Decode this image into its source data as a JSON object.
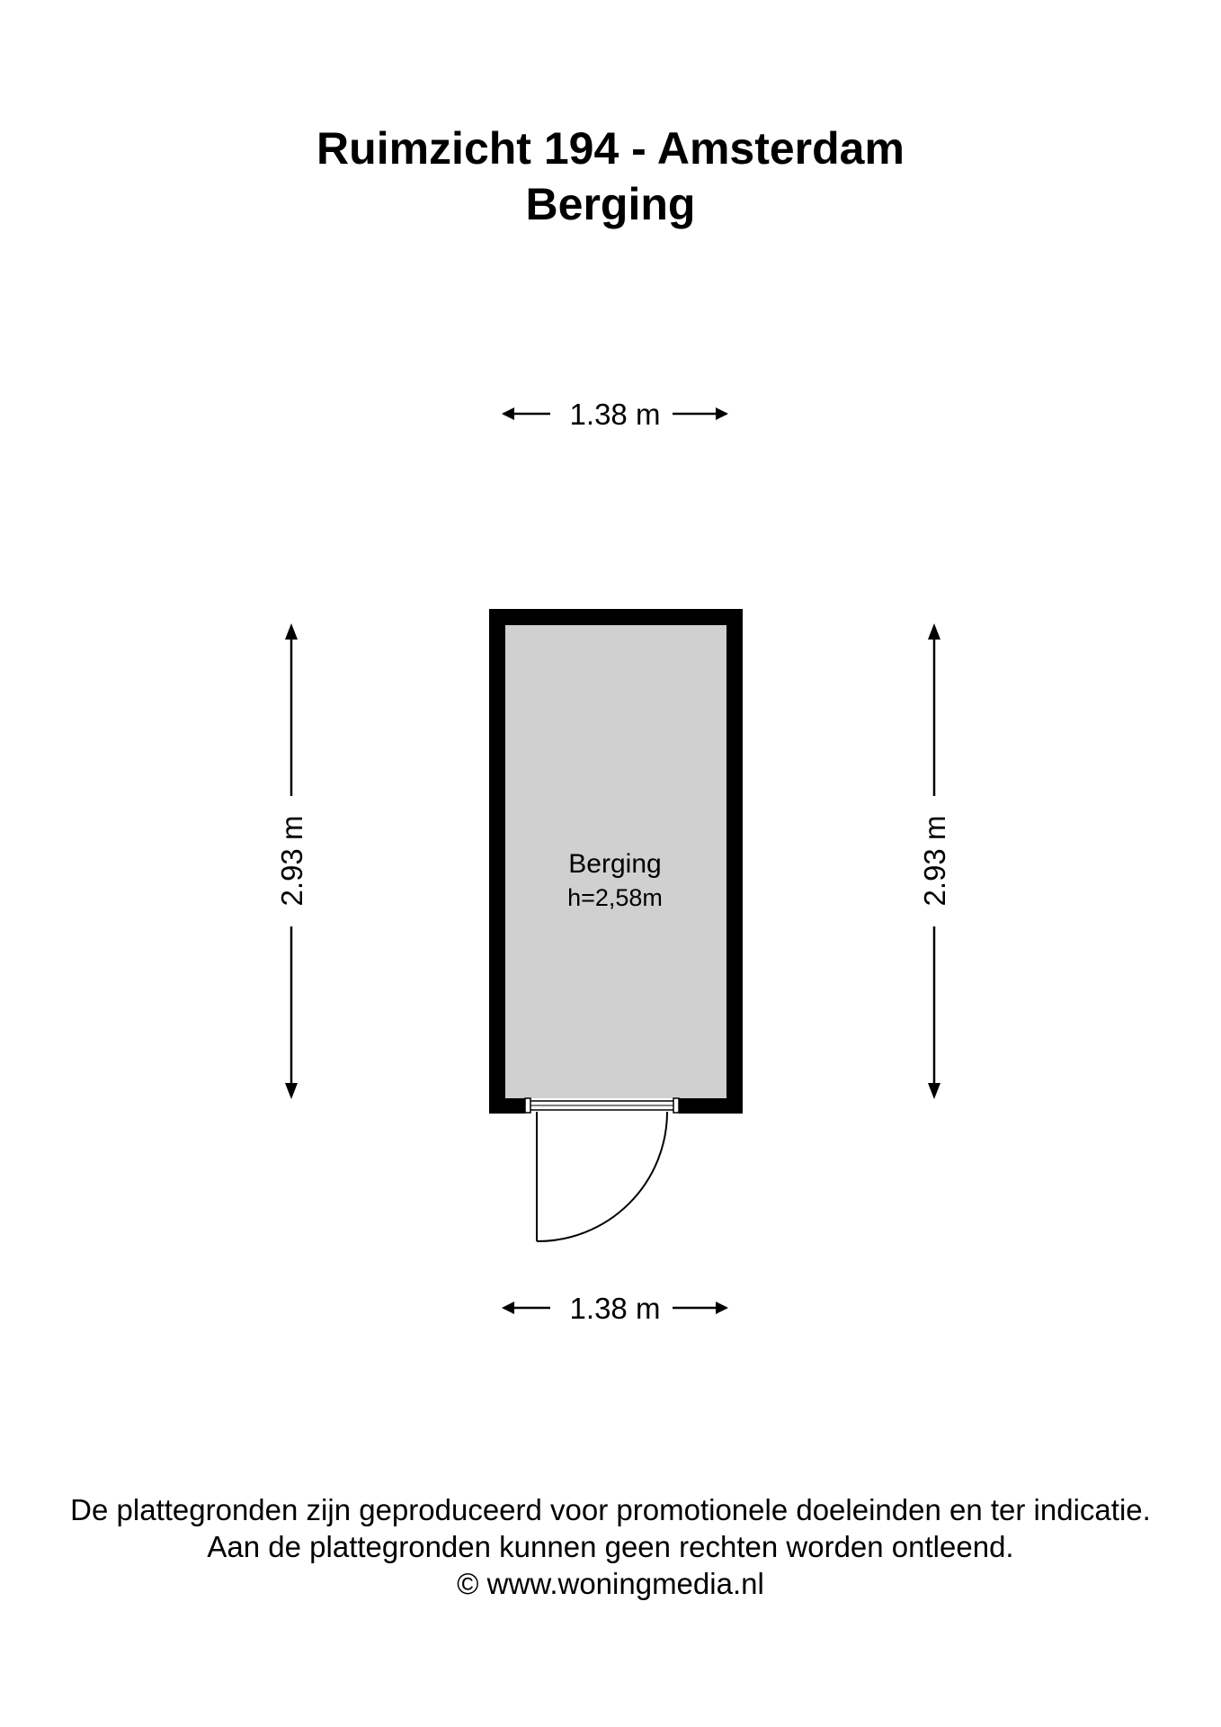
{
  "header": {
    "title": "Ruimzicht 194 - Amsterdam",
    "subtitle": "Berging"
  },
  "plan": {
    "room": {
      "name": "Berging",
      "height_label": "h=2,58m",
      "fill_color": "#d0d0d0",
      "wall_color": "#000000"
    },
    "dimensions": {
      "top_width": "1.38 m",
      "bottom_width": "1.38 m",
      "left_depth": "2.93 m",
      "right_depth": "2.93 m"
    }
  },
  "footer": {
    "line1": "De plattegronden zijn geproduceerd voor promotionele doeleinden en ter indicatie.",
    "line2": "Aan de plattegronden kunnen geen rechten worden ontleend.",
    "line3": "© www.woningmedia.nl"
  }
}
